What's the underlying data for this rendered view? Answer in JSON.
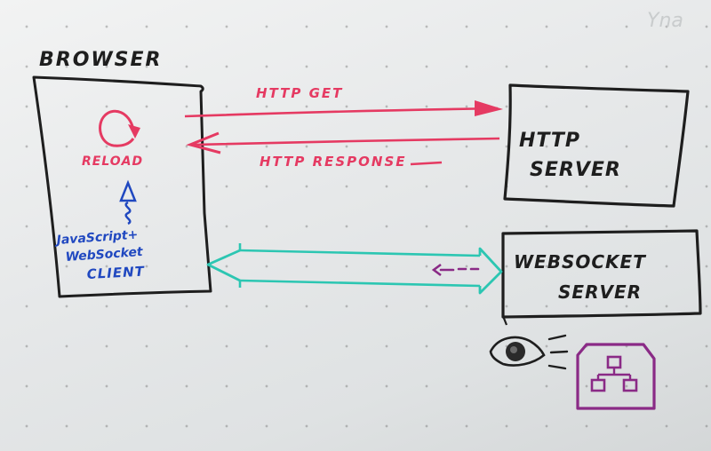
{
  "browser": {
    "title": "BROWSER",
    "reload_label": "RELOAD",
    "client_line1": "JavaScript+",
    "client_line2": "WebSocket",
    "client_line3": "CLIENT"
  },
  "http_server": {
    "line1": "HTTP",
    "line2": "SERVER"
  },
  "websocket_server": {
    "line1": "WEBSOCKET",
    "line2": "SERVER"
  },
  "arrows": {
    "http_get": "HTTP GET",
    "http_response": "HTTP RESPONSE"
  },
  "faint_corner_text": "Yna",
  "colors": {
    "marker_black": "#1e1e1e",
    "marker_red": "#e53a62",
    "marker_blue": "#2048c0",
    "marker_teal": "#2cc6b2",
    "marker_purple": "#8a2a86"
  },
  "icons": [
    "reload-icon",
    "eye-icon",
    "watch-service-logo-icon"
  ]
}
